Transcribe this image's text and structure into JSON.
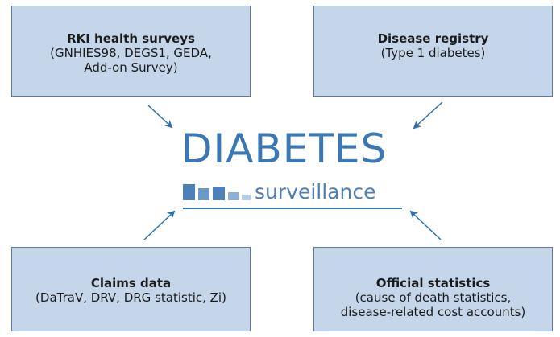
{
  "sources": {
    "rki": {
      "title": "RKI health surveys",
      "line1": "(GNHIES98, DEGS1, GEDA,",
      "line2": "Add-on Survey)"
    },
    "registry": {
      "title": "Disease registry",
      "line1": "(Type 1 diabetes)"
    },
    "claims": {
      "title": "Claims data",
      "line1": "(DaTraV, DRV, DRG statistic, Zi)"
    },
    "official": {
      "title": "Official statistics",
      "line1": "(cause of death statistics,",
      "line2": "disease-related cost accounts)"
    }
  },
  "logo": {
    "word": "DIABETES",
    "subtitle": "surveillance"
  },
  "colors": {
    "box_fill": "#c5d6ea",
    "box_border": "#5e7a9e",
    "logo_blue": "#3b78b3",
    "arrow": "#2f6fb0"
  }
}
